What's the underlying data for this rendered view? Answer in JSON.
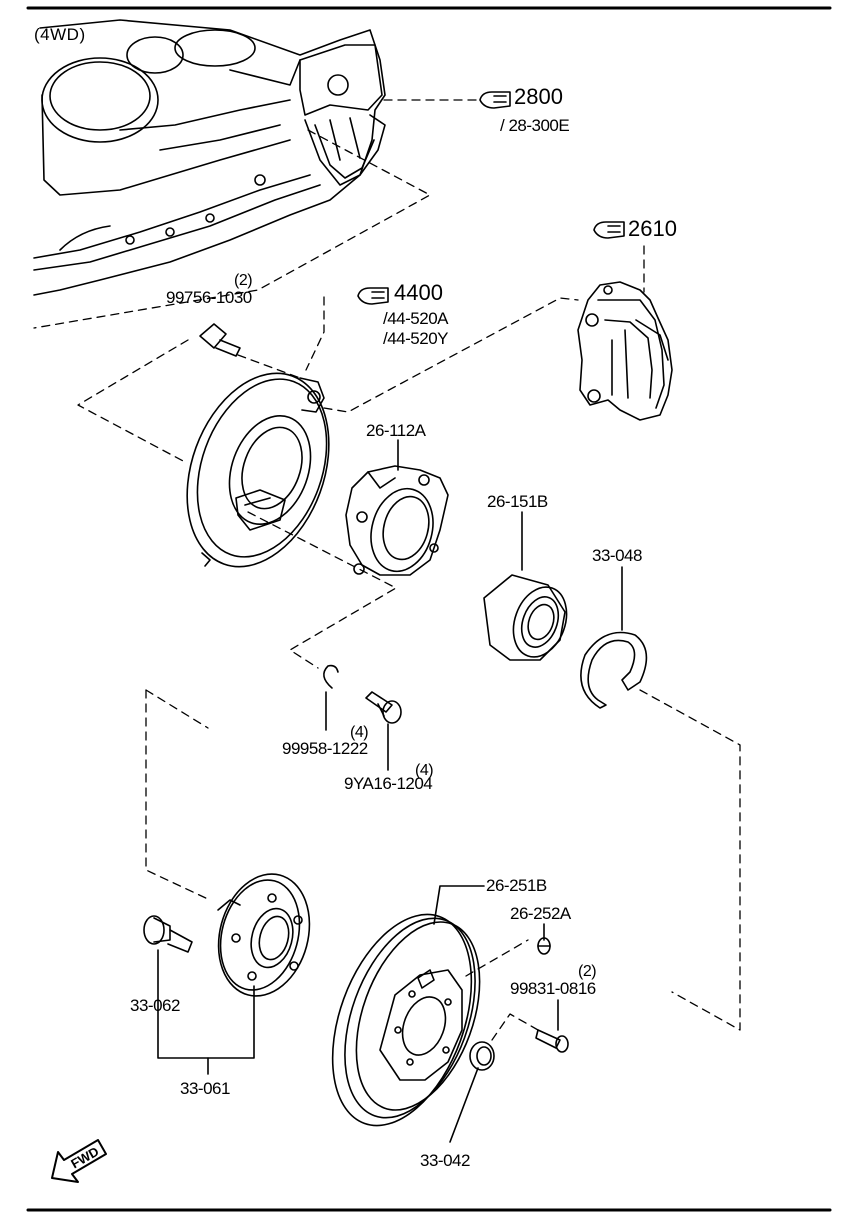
{
  "variant": "(4WD)",
  "fwd_label": "FWD",
  "refs": [
    {
      "page": "2800",
      "sub": "/ 28-300E"
    },
    {
      "page": "2610",
      "sub": ""
    },
    {
      "page": "4400",
      "sub": "/44-520A",
      "sub2": "/44-520Y"
    }
  ],
  "parts": [
    {
      "code": "99756-1030",
      "qty": "(2)"
    },
    {
      "code": "26-112A",
      "qty": ""
    },
    {
      "code": "26-151B",
      "qty": ""
    },
    {
      "code": "33-048",
      "qty": ""
    },
    {
      "code": "99958-1222",
      "qty": "(4)"
    },
    {
      "code": "9YA16-1204",
      "qty": "(4)"
    },
    {
      "code": "26-251B",
      "qty": ""
    },
    {
      "code": "26-252A",
      "qty": ""
    },
    {
      "code": "99831-0816",
      "qty": "(2)"
    },
    {
      "code": "33-062",
      "qty": ""
    },
    {
      "code": "33-061",
      "qty": ""
    },
    {
      "code": "33-042",
      "qty": ""
    }
  ]
}
